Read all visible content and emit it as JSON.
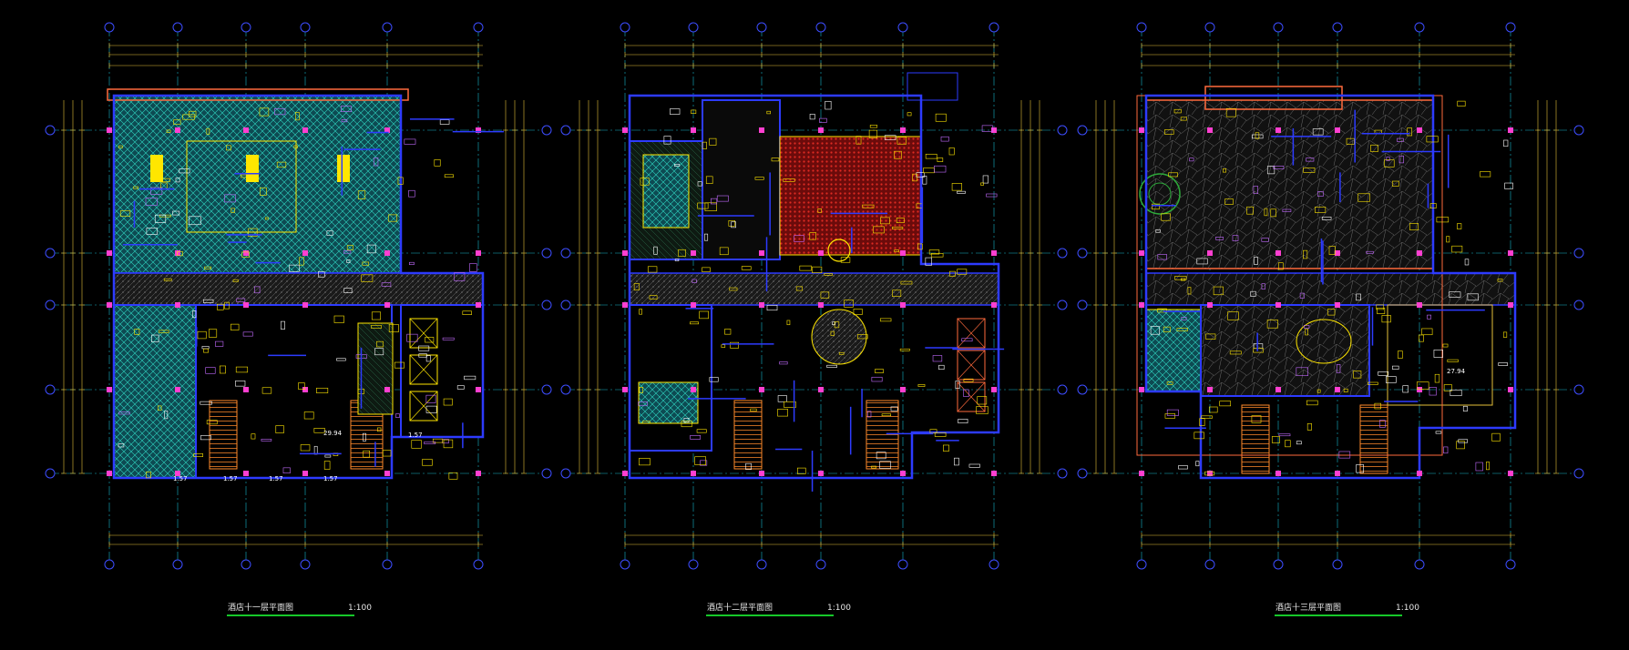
{
  "drawing": {
    "background": "#000000",
    "colors": {
      "axis": "#16b3c8",
      "wall": "#2d3bff",
      "wall_alt": "#c36bff",
      "furniture": "#ffe600",
      "pattern_cyan": "#2fd6c2",
      "pattern_red": "#d4201e",
      "hatch": "#8a8a8a",
      "dim": "#e4c03a",
      "stairs": "#ff8a2a",
      "grid_bubble": "#3d4dff",
      "underline": "#16c82a",
      "balcony": "#ff6a3d",
      "column": "#ff3fd0"
    },
    "plans": [
      {
        "title": "酒店十一层平面图",
        "scale": "1:100",
        "room_labels": [
          "29.94",
          "1.57",
          "1.57",
          "1.57",
          "1.57",
          "1.57"
        ]
      },
      {
        "title": "酒店十二层平面图",
        "scale": "1:100",
        "room_labels": []
      },
      {
        "title": "酒店十三层平面图",
        "scale": "1:100",
        "room_labels": [
          "27.94"
        ]
      }
    ]
  }
}
